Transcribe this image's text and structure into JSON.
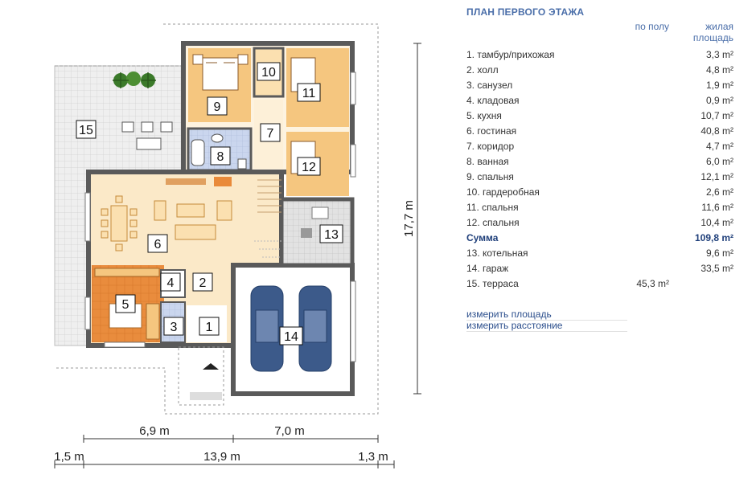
{
  "panel": {
    "title": "ПЛАН ПЕРВОГО ЭТАЖА",
    "col_floor": "по полу",
    "col_living_1": "жилая",
    "col_living_2": "площадь",
    "rows": [
      {
        "name": "1. тамбур/прихожая",
        "floor": "",
        "living": "3,3 m²"
      },
      {
        "name": "2. холл",
        "floor": "",
        "living": "4,8 m²"
      },
      {
        "name": "3. санузел",
        "floor": "",
        "living": "1,9 m²"
      },
      {
        "name": "4. кладовая",
        "floor": "",
        "living": "0,9 m²"
      },
      {
        "name": "5. кухня",
        "floor": "",
        "living": "10,7 m²"
      },
      {
        "name": "6. гостиная",
        "floor": "",
        "living": "40,8 m²"
      },
      {
        "name": "7. коридор",
        "floor": "",
        "living": "4,7 m²"
      },
      {
        "name": "8. ванная",
        "floor": "",
        "living": "6,0 m²"
      },
      {
        "name": "9. спальня",
        "floor": "",
        "living": "12,1 m²"
      },
      {
        "name": "10. гардеробная",
        "floor": "",
        "living": "2,6 m²"
      },
      {
        "name": "11. спальня",
        "floor": "",
        "living": "11,6 m²"
      },
      {
        "name": "12. спальня",
        "floor": "",
        "living": "10,4 m²"
      },
      {
        "name": "Сумма",
        "floor": "",
        "living": "109,8 m²",
        "sum": true
      },
      {
        "name": "13. котельная",
        "floor": "",
        "living": "9,6 m²"
      },
      {
        "name": "14. гараж",
        "floor": "",
        "living": "33,5 m²"
      },
      {
        "name": "15. терраса",
        "floor": "45,3 m²",
        "living": ""
      }
    ],
    "tool_area": "измерить площадь",
    "tool_distance": "измерить расстояние"
  },
  "plan": {
    "rooms": [
      "1",
      "2",
      "3",
      "4",
      "5",
      "6",
      "7",
      "8",
      "9",
      "10",
      "11",
      "12",
      "13",
      "14",
      "15"
    ],
    "dim_height": "17,7 m",
    "dim_top_left": "6,9 m",
    "dim_top_right": "7,0 m",
    "dim_bottom_left": "1,5 m",
    "dim_bottom_mid": "13,9 m",
    "dim_bottom_right": "1,3 m"
  },
  "colors": {
    "wall": "#5a5a5a",
    "living": "#fbe9c8",
    "bedroom": "#f5c67f",
    "bedroom_edge": "#e7a75a",
    "kitchen": "#e98a3a",
    "tile": "#c8d4ec",
    "boiler": "#dcdcdc",
    "terrace": "#eeeeee",
    "car": "#3c5a8a",
    "accent": "#4a6ea9"
  }
}
